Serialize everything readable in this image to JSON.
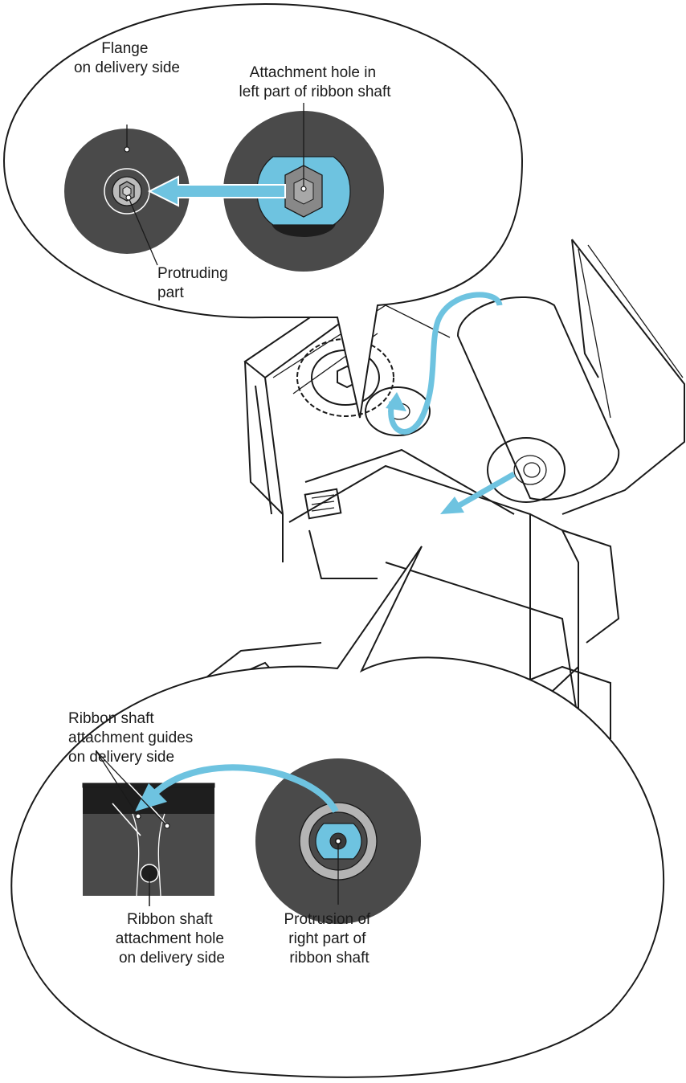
{
  "diagram": {
    "colors": {
      "accent": "#6ec3e0",
      "flange": "#4a4a4a",
      "dark": "#1e1e1e",
      "outline": "#1a1a1a"
    },
    "top_callout": {
      "flange_label": [
        "Flange",
        "on delivery side"
      ],
      "hole_label": [
        "Attachment hole in",
        "left part of ribbon shaft"
      ],
      "protruding_label": [
        "Protruding",
        "part"
      ]
    },
    "bottom_callout": {
      "guides_label": [
        "Ribbon shaft",
        "attachment guides",
        "on delivery side"
      ],
      "hole_label": [
        "Ribbon shaft",
        "attachment hole",
        "on delivery side"
      ],
      "protrusion_label": [
        "Protrusion of",
        "right part of",
        "ribbon shaft"
      ]
    }
  }
}
